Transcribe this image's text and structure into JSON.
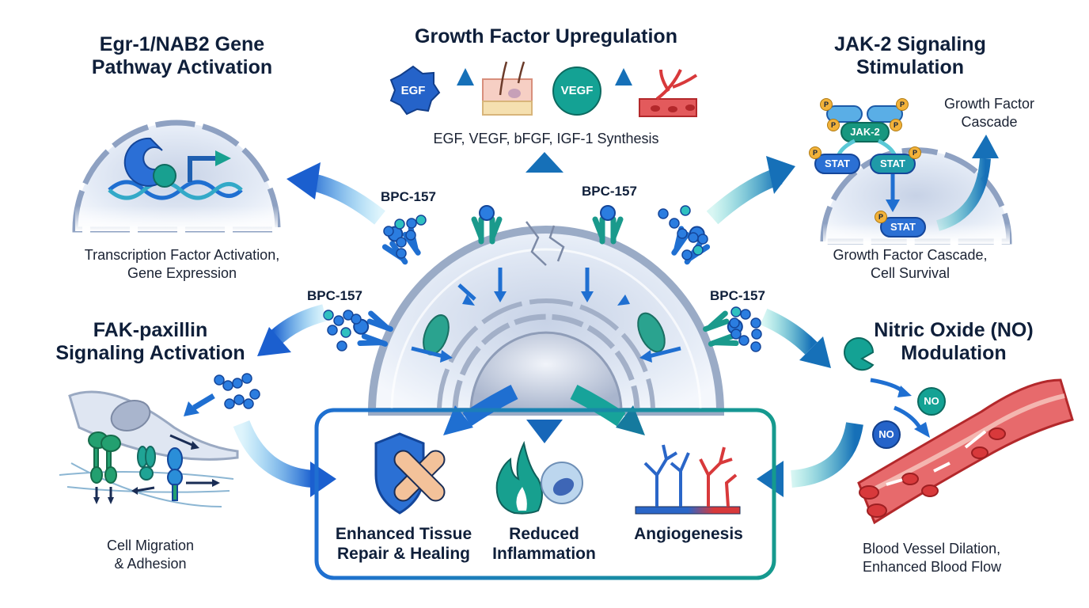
{
  "diagram": {
    "subject": "BPC-157 mechanisms of action",
    "center": {
      "peptide_labels": [
        "BPC-157",
        "BPC-157",
        "BPC-157",
        "BPC-157"
      ]
    },
    "pathways": {
      "egr1": {
        "title_line1": "Egr-1/NAB2 Gene",
        "title_line2": "Pathway Activation",
        "caption_line1": "Transcription Factor Activation,",
        "caption_line2": "Gene Expression"
      },
      "growth_factor": {
        "title": "Growth Factor Upregulation",
        "badges": [
          "EGF",
          "VEGF"
        ],
        "caption": "EGF, VEGF, bFGF, IGF-1 Synthesis"
      },
      "jak2": {
        "title_line1": "JAK-2 Signaling",
        "title_line2": "Stimulation",
        "kinase_label": "JAK-2",
        "stat_label": "STAT",
        "phospho_label": "P",
        "side_label_line1": "Growth Factor",
        "side_label_line2": "Cascade",
        "caption_line1": "Growth Factor Cascade,",
        "caption_line2": "Cell Survival"
      },
      "fak": {
        "title_line1": "FAK-paxillin",
        "title_line2": "Signaling Activation",
        "caption_line1": "Cell Migration",
        "caption_line2": "& Adhesion"
      },
      "no": {
        "title_line1": "Nitric Oxide (NO)",
        "title_line2": "Modulation",
        "molecule_label": "NO",
        "caption_line1": "Blood Vessel Dilation,",
        "caption_line2": "Enhanced Blood Flow"
      }
    },
    "outcomes": [
      {
        "line1": "Enhanced Tissue",
        "line2": "Repair & Healing",
        "icon": "shield-bandage-icon"
      },
      {
        "line1": "Reduced",
        "line2": "Inflammation",
        "icon": "flame-cell-icon"
      },
      {
        "line1": "Angiogenesis",
        "line2": "",
        "icon": "vessel-branch-icon"
      }
    ],
    "colors": {
      "blue": "#1f6fd1",
      "teal": "#17a39a",
      "navy": "#0f1f3a",
      "red": "#d8393b",
      "cell_fill": "#dde6f3",
      "membrane": "#9aabc6",
      "phospho": "#f2b23a"
    }
  }
}
